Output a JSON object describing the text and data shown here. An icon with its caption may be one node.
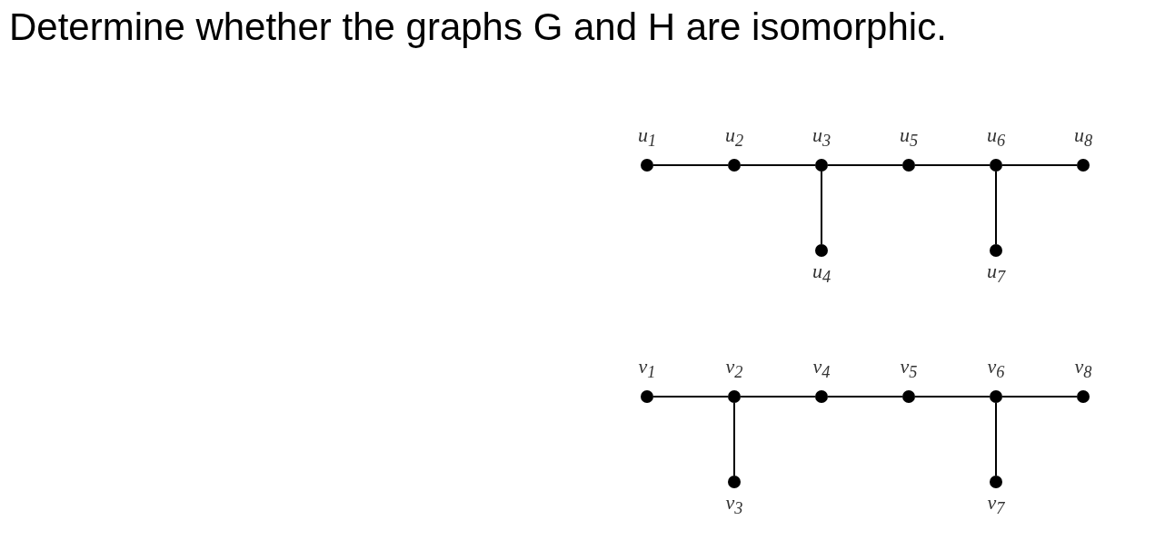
{
  "diagram": {
    "title": "Determine whether the graphs G and H are isomorphic.",
    "nodes": [
      {
        "text": [],
        "shape": "circle",
        "beside": [
          "u$_{1}$"
        ]
      },
      {
        "text": [],
        "shape": "circle",
        "beside": [
          "u$_{2}$"
        ]
      },
      {
        "text": [],
        "shape": "circle",
        "beside": [
          "u$_{3}$"
        ]
      },
      {
        "text": [],
        "shape": "circle",
        "beside": [
          "u$_{5}$"
        ]
      },
      {
        "text": [],
        "shape": "circle",
        "beside": [
          "u$_{6}$"
        ]
      },
      {
        "text": [],
        "shape": "circle",
        "beside": [
          "u$_{8}$"
        ]
      },
      {
        "text": [],
        "shape": "circle",
        "beside": [
          "u$_{4}$"
        ]
      },
      {
        "text": [],
        "shape": "circle",
        "beside": [
          "u$_{7}$"
        ]
      },
      {
        "text": [],
        "shape": "circle",
        "beside": [
          "v$_{1}$"
        ]
      },
      {
        "text": [],
        "shape": "circle",
        "beside": [
          "v$_{2}$"
        ]
      },
      {
        "text": [],
        "shape": "circle",
        "beside": [
          "v$_{4}$"
        ]
      },
      {
        "text": [],
        "shape": "circle",
        "beside": [
          "v$_{5}$"
        ]
      },
      {
        "text": [],
        "shape": "circle",
        "beside": [
          "v$_{6}$"
        ]
      },
      {
        "text": [],
        "shape": "circle",
        "beside": [
          "v$_{8}$"
        ]
      },
      {
        "text": [],
        "shape": "circle",
        "beside": [
          "v$_{3}$"
        ]
      },
      {
        "text": [],
        "shape": "circle",
        "beside": [
          "v$_{7}$"
        ]
      }
    ],
    "edges": [
      {
        "from": 0,
        "to": 1,
        "arrow": "none"
      },
      {
        "from": 1,
        "to": 2,
        "arrow": "none"
      },
      {
        "from": 2,
        "to": 3,
        "arrow": "none"
      },
      {
        "from": 3,
        "to": 4,
        "arrow": "none"
      },
      {
        "from": 4,
        "to": 5,
        "arrow": "none"
      },
      {
        "from": 2,
        "to": 6,
        "arrow": "none"
      },
      {
        "from": 4,
        "to": 7,
        "arrow": "none"
      },
      {
        "from": 8,
        "to": 9,
        "arrow": "none"
      },
      {
        "from": 9,
        "to": 10,
        "arrow": "none"
      },
      {
        "from": 10,
        "to": 11,
        "arrow": "none"
      },
      {
        "from": 11,
        "to": 12,
        "arrow": "none"
      },
      {
        "from": 12,
        "to": 13,
        "arrow": "none"
      },
      {
        "from": 9,
        "to": 14,
        "arrow": "none"
      },
      {
        "from": 12,
        "to": 15,
        "arrow": "none"
      }
    ]
  }
}
